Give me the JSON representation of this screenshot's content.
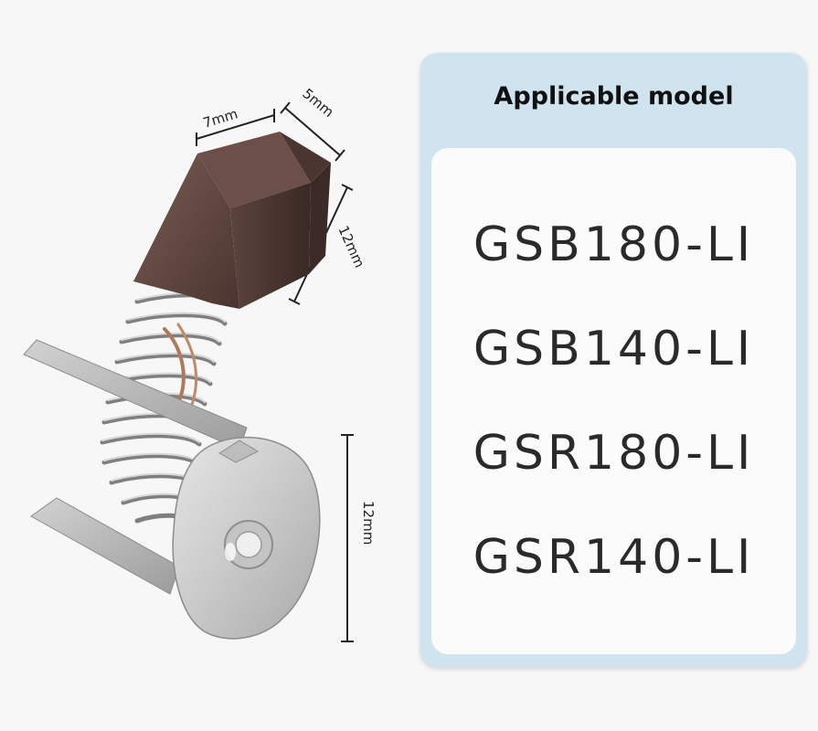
{
  "dimensions": {
    "brush_width": "7mm",
    "brush_depth": "5mm",
    "brush_height": "12mm",
    "holder_height": "12mm"
  },
  "panel": {
    "title": "Applicable model",
    "models": [
      "GSB180-LI",
      "GSB140-LI",
      "GSR180-LI",
      "GSR140-LI"
    ]
  },
  "colors": {
    "panel_frame": "#cfe4ef",
    "panel_inner": "#fbfbfb",
    "text": "#2a2a2a"
  }
}
